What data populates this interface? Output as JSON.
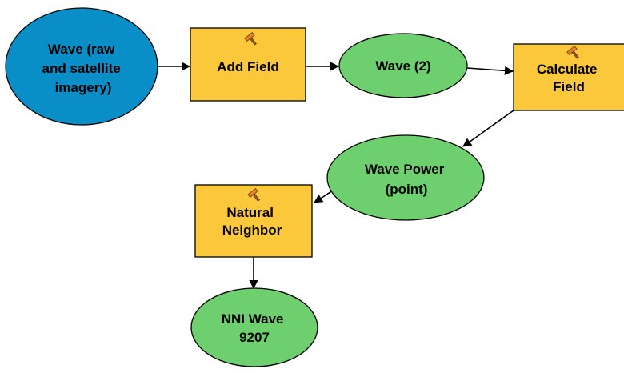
{
  "colors": {
    "data_input": "#0a8ec7",
    "data_derived": "#6dcf6d",
    "tool": "#fbc83c",
    "connector": "#000000",
    "tool_icon_hammer": "#e8821e"
  },
  "nodes": {
    "wave_input": {
      "kind": "data-input",
      "lines": [
        "Wave (raw",
        "and satellite",
        "imagery)"
      ]
    },
    "add_field": {
      "kind": "tool",
      "icon": "hammer-icon",
      "lines": [
        "Add Field"
      ]
    },
    "wave_2": {
      "kind": "data-derived",
      "lines": [
        "Wave (2)"
      ]
    },
    "calculate_field": {
      "kind": "tool",
      "icon": "hammer-icon",
      "lines": [
        "Calculate",
        "Field"
      ]
    },
    "wave_power": {
      "kind": "data-derived",
      "lines": [
        "Wave Power",
        "(point)"
      ]
    },
    "natural_neighbor": {
      "kind": "tool",
      "icon": "hammer-icon",
      "lines": [
        "Natural",
        "Neighbor"
      ]
    },
    "nni_wave": {
      "kind": "data-derived",
      "lines": [
        "NNI Wave",
        "9207"
      ]
    }
  }
}
